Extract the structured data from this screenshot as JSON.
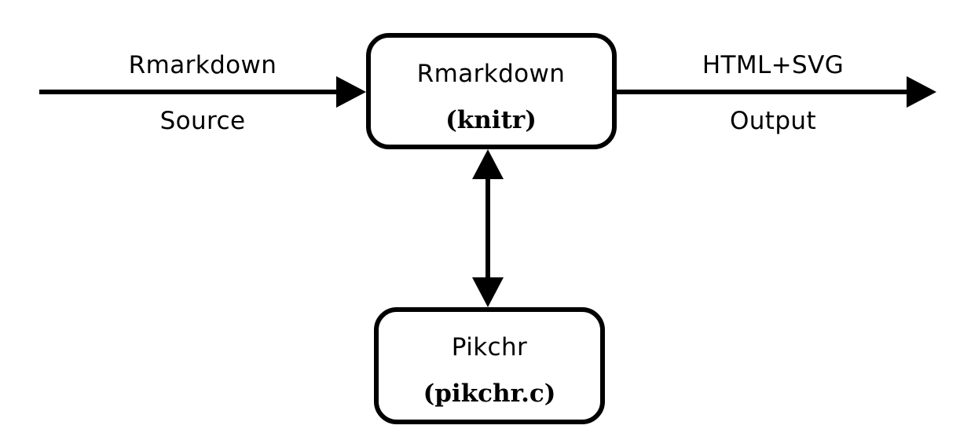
{
  "diagram": {
    "type": "flowchart",
    "title_visible": false,
    "background_color": "#ffffff",
    "stroke_color": "#000000",
    "stroke_width": 6,
    "nodes": [
      {
        "id": "rmarkdown-knitr",
        "shape": "rounded-rectangle",
        "line1": "Rmarkdown",
        "line2": "(knitr)",
        "line2_bold": true
      },
      {
        "id": "pikchr",
        "shape": "rounded-rectangle",
        "line1": "Pikchr",
        "line2": "(pikchr.c)",
        "line2_bold": true
      }
    ],
    "edges": [
      {
        "id": "input-edge",
        "direction": "right",
        "arrowheads": "end",
        "label_above": "Rmarkdown",
        "label_below": "Source"
      },
      {
        "id": "output-edge",
        "direction": "right",
        "arrowheads": "end",
        "label_above": "HTML+SVG",
        "label_below": "Output"
      },
      {
        "id": "knitr-pikchr-edge",
        "direction": "vertical",
        "arrowheads": "both",
        "label_above": "",
        "label_below": ""
      }
    ]
  }
}
